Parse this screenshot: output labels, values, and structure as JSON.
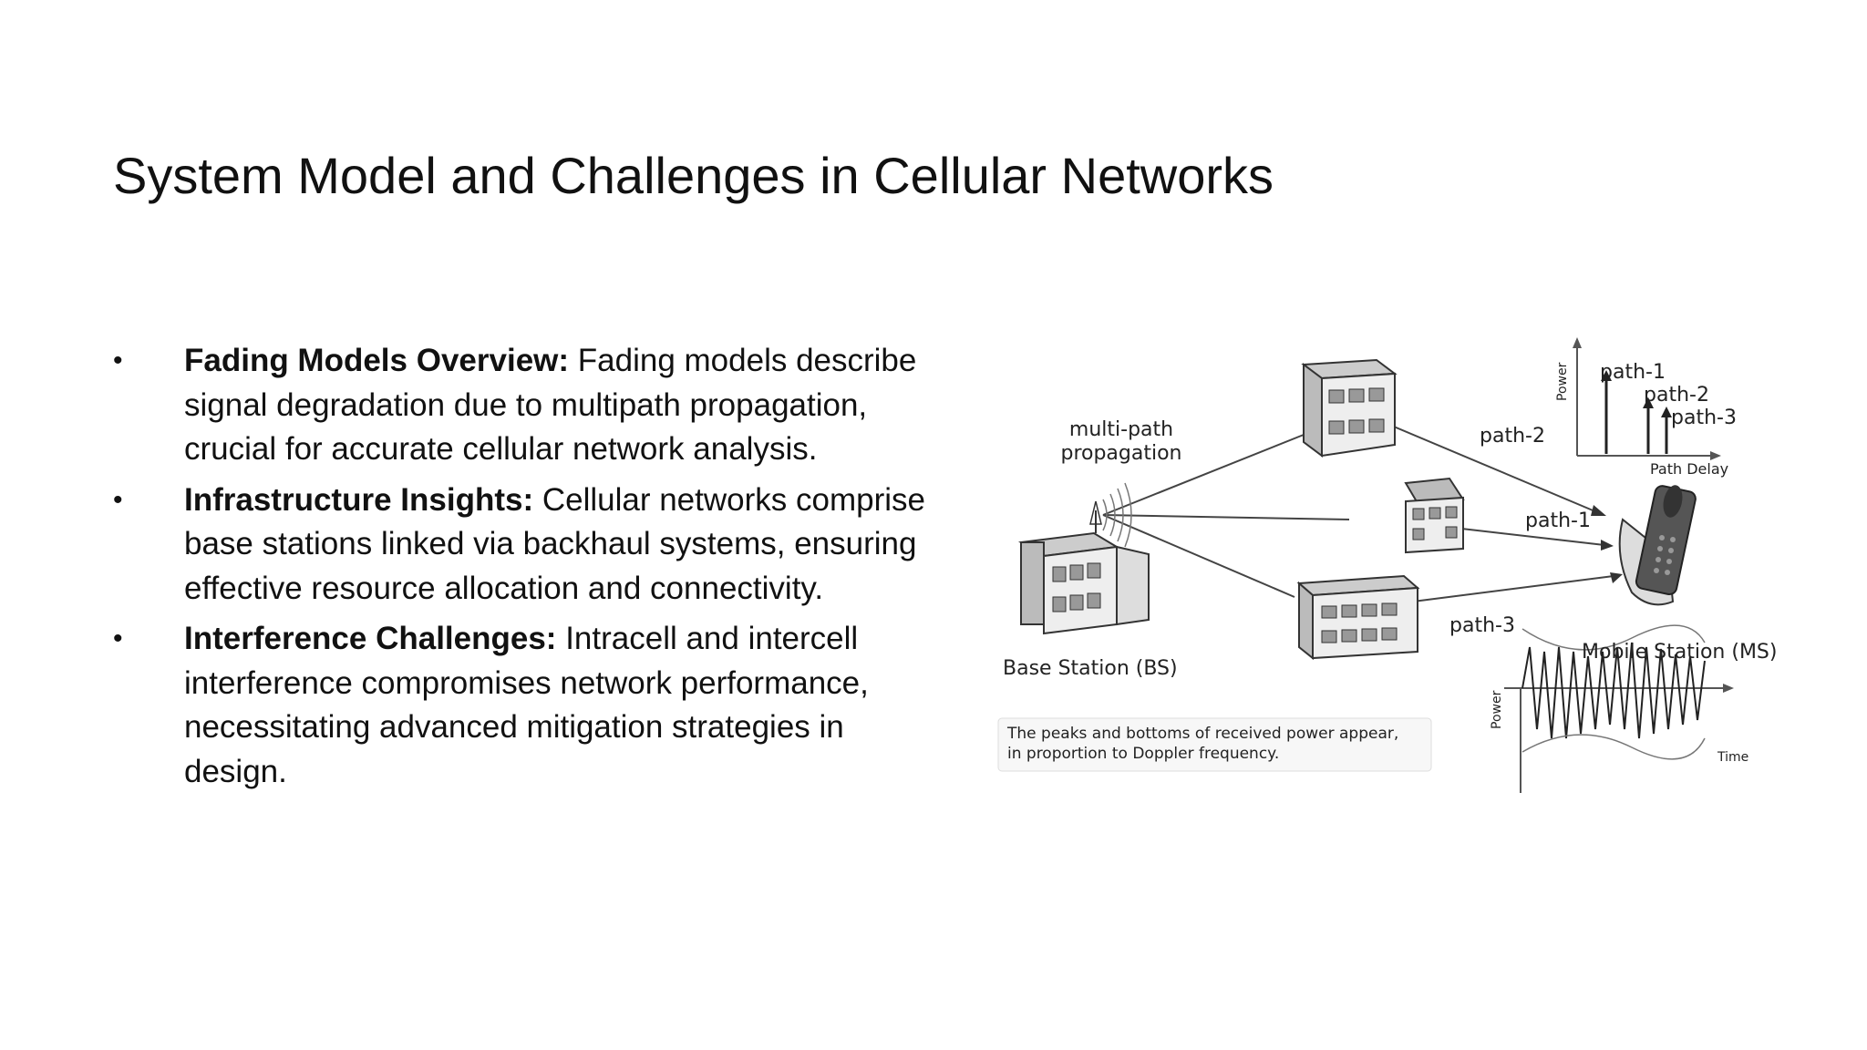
{
  "slide": {
    "title": "System Model and Challenges in Cellular Networks"
  },
  "bullets": [
    {
      "head": "Fading Models Overview:",
      "text": " Fading models describe signal degradation due to multipath propagation, crucial for accurate cellular network analysis."
    },
    {
      "head": "Infrastructure Insights:",
      "text": " Cellular networks comprise base stations linked via backhaul systems, ensuring effective resource allocation and connectivity."
    },
    {
      "head": "Interference Challenges:",
      "text": " Intracell and intercell interference compromises network performance, necessitating advanced mitigation strategies in design."
    }
  ],
  "figure": {
    "multipath_label_1": "multi-path",
    "multipath_label_2": "propagation",
    "path1": "path-1",
    "path2": "path-2",
    "path3": "path-3",
    "base_station": "Base Station (BS)",
    "mobile_station": "Mobile Station (MS)",
    "delay_axis": "Path Delay",
    "power_axis": "Power",
    "time_axis": "Time",
    "caption_line1": "The peaks and bottoms of received power appear,",
    "caption_line2": "in proportion to Doppler frequency."
  }
}
